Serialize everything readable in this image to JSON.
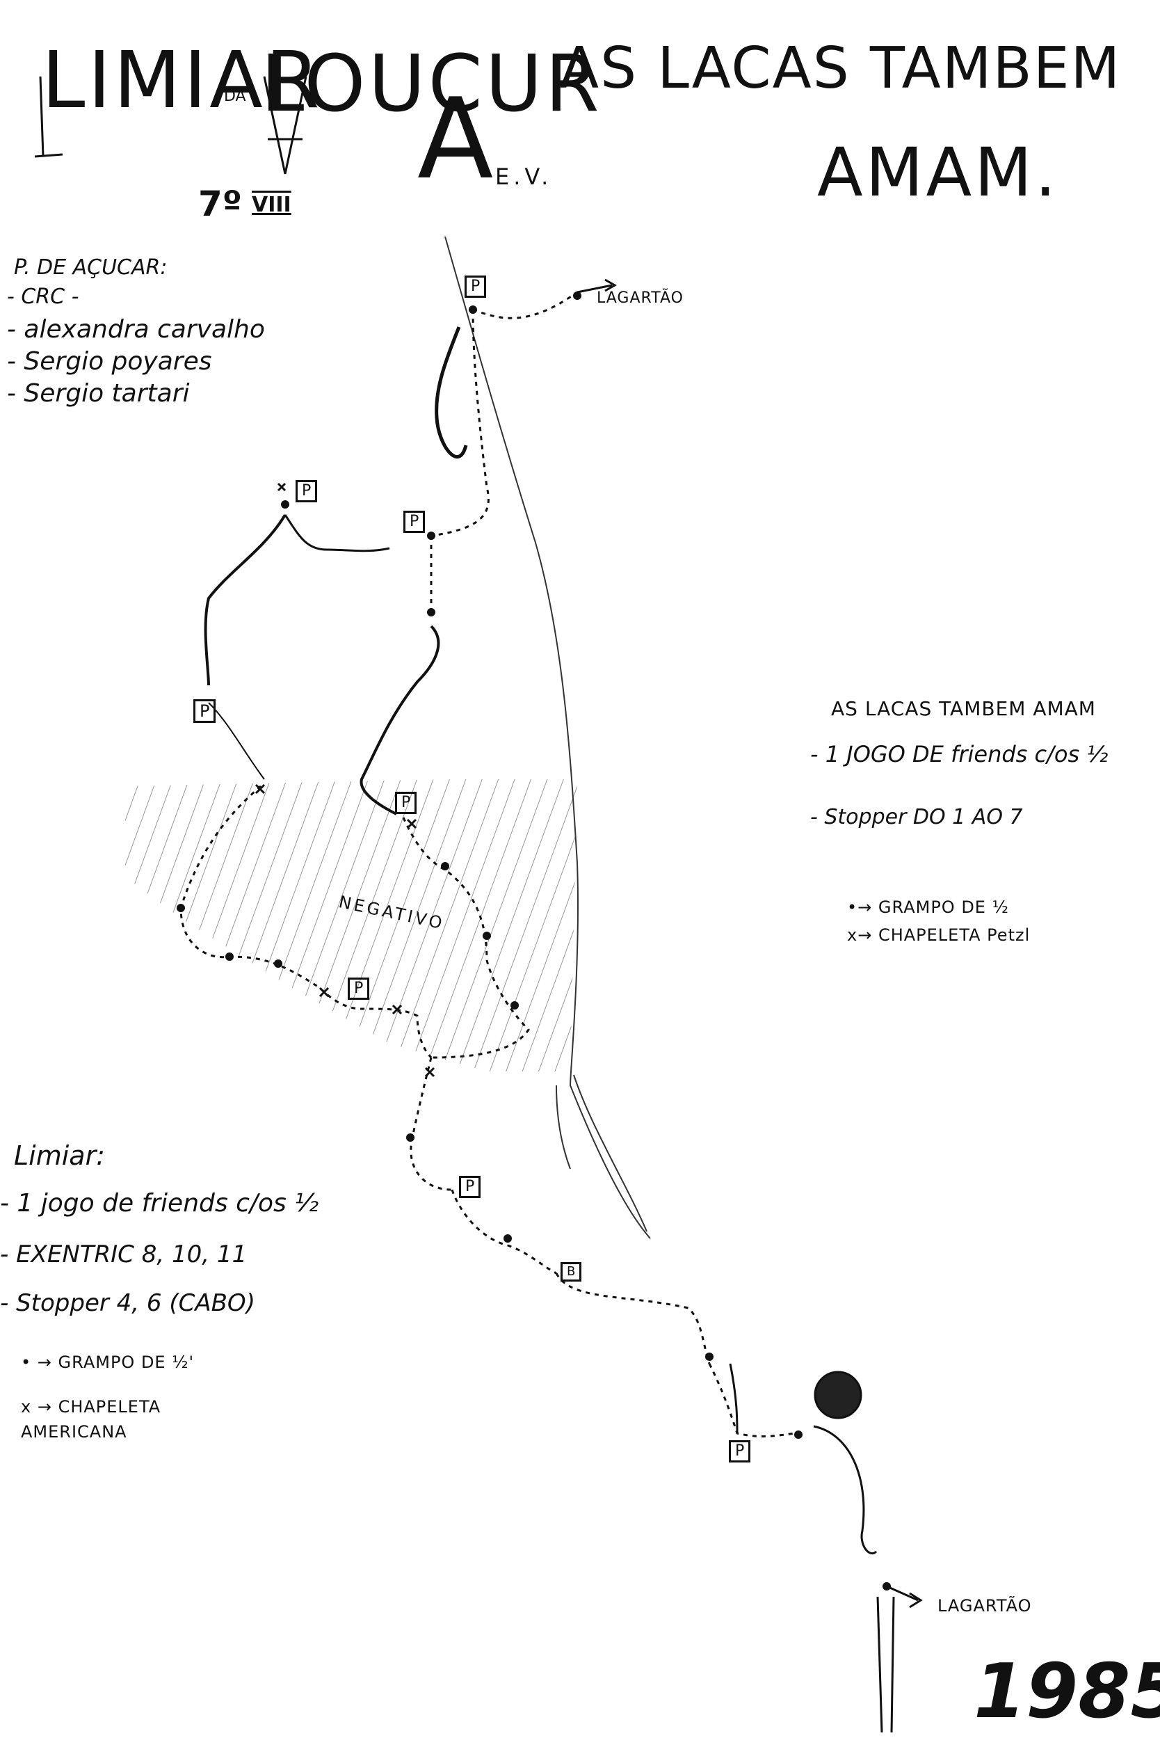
{
  "title_left": {
    "line1_part1": "LIMIAR",
    "line1_da": "DA",
    "line1_part2": "LOUCUR",
    "line1_big_a": "A",
    "ev": "E.V.",
    "grade": "7º",
    "grade_sub": "VIII"
  },
  "title_right": {
    "line1": "AS LACAS TAMBEM",
    "line2": "AMAM."
  },
  "first_ascent": {
    "heading": "P. DE AÇUCAR:",
    "entries": [
      "- CRC -",
      "- alexandra carvalho",
      "- Sergio poyares",
      "- Sergio tartari"
    ]
  },
  "route_labels": {
    "lagartao_top": "LAGARTÃO",
    "lagartao_bottom": "LAGARTÃO",
    "negativo": "NEGATIVO",
    "belay": "P",
    "pitch_marker_small": "B"
  },
  "gear_lacas": {
    "heading": "AS LACAS TAMBEM AMAM",
    "items": [
      "- 1 JOGO DE friends c/os ½",
      "- Stopper DO 1 AO 7"
    ],
    "legend": [
      "•→ GRAMPO DE ½",
      "x→ CHAPELETA Petzl"
    ]
  },
  "gear_limiar": {
    "heading": "Limiar:",
    "items": [
      "- 1 jogo de friends c/os ½",
      "- EXENTRIC 8, 10, 11",
      "- Stopper 4, 6 (CABO)"
    ],
    "legend": [
      "• → GRAMPO DE ½'",
      "x → CHAPELETA AMERICANA"
    ]
  },
  "year": "1985",
  "colors": {
    "ink": "#111111",
    "paper": "#ffffff",
    "hatch": "#555555"
  }
}
